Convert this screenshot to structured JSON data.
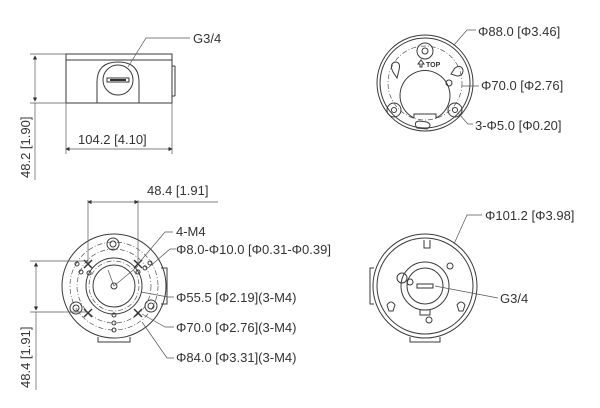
{
  "views": {
    "side_view": {
      "thread_label": "G3/4",
      "width_dim": "104.2 [4.10]",
      "height_dim": "48.2 [1.90]"
    },
    "top_view": {
      "outer_dia": "Φ88.0 [Φ3.46]",
      "bolt_circle": "Φ70.0 [Φ2.76]",
      "holes": "3-Φ5.0 [Φ0.20]",
      "top_marker": "TOP"
    },
    "bottom_view": {
      "horizontal_spacing": "48.4 [1.91]",
      "vertical_spacing": "48.4 [1.91]",
      "screws": "4-M4",
      "cable_hole": "Φ8.0-Φ10.0 [Φ0.31-Φ0.39]",
      "circle_1": "Φ55.5 [Φ2.19](3-M4)",
      "circle_2": "Φ70.0 [Φ2.76](3-M4)",
      "circle_3": "Φ84.0 [Φ3.31](3-M4)"
    },
    "side_port_view": {
      "outer_dia": "Φ101.2 [Φ3.98]",
      "thread_label": "G3/4"
    }
  }
}
